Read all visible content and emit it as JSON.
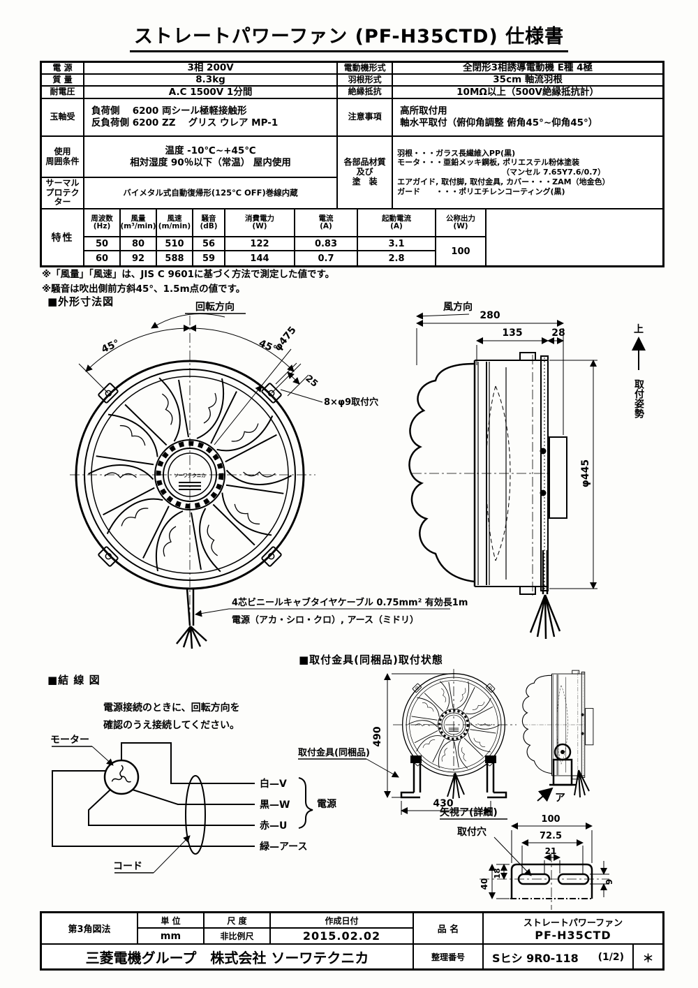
{
  "title": "ストレートパワーファン (PF-H35CTD) 仕様書",
  "spec": {
    "rows_left": [
      {
        "label": "電 源",
        "value": "3相 200V"
      },
      {
        "label": "質 量",
        "value": "8.3kg"
      },
      {
        "label": "耐電圧",
        "value": "A.C 1500V 1分間"
      },
      {
        "label": "玉軸受",
        "line1": "負荷側　 6200 両シール極軽接触形",
        "line2": "反負荷側 6200 ZZ　 グリス ウレア MP-1"
      },
      {
        "label1": "使用",
        "label2": "周囲条件",
        "line1": "温度 -10℃~+45℃",
        "line2": "相対湿度 90％以下（常温） 屋内使用"
      },
      {
        "label1": "サーマル",
        "label2": "プロテクター",
        "value": "バイメタル式自動復帰形(125℃ OFF)巻線内蔵"
      }
    ],
    "rows_right": [
      {
        "label": "電動機形式",
        "value": "全閉形3相誘導電動機 E種 4極"
      },
      {
        "label": "羽根形式",
        "value": "35cm 軸流羽根"
      },
      {
        "label": "絶縁抵抗",
        "value": "10MΩ以上（500V絶縁抵抗計）"
      },
      {
        "label": "注意事項",
        "line1": "高所取付用",
        "line2": "軸水平取付（俯仰角調整 俯角45°~仰角45°）"
      },
      {
        "label1": "各部品材質",
        "label2": "及び",
        "label3": "塗　装",
        "line1": "羽根・・・ガラス長繊維入PP(黒)",
        "line2": "モータ・・・亜鉛メッキ鋼板, ポリエステル粉体塗装",
        "line3": "（マンセル 7.65Y7.6/0.7）",
        "line4": "エアガイド, 取付脚, 取付金具, カバー・・・ZAM（地金色）",
        "line5": "ガード　　・・・ポリエチレンコーティング(黒)"
      }
    ]
  },
  "characteristics": {
    "row_label": "特性",
    "headers": [
      {
        "name": "周波数",
        "unit": "(Hz)"
      },
      {
        "name": "風量",
        "unit": "(m³/min)"
      },
      {
        "name": "風速",
        "unit": "(m/min)"
      },
      {
        "name": "騒音",
        "unit": "(dB)"
      },
      {
        "name": "消費電力",
        "unit": "(W)"
      },
      {
        "name": "電流",
        "unit": "(A)"
      },
      {
        "name": "起動電流",
        "unit": "(A)"
      },
      {
        "name": "公称出力",
        "unit": "(W)"
      }
    ],
    "row50": [
      "50",
      "80",
      "510",
      "56",
      "122",
      "0.83",
      "3.1"
    ],
    "row60": [
      "60",
      "92",
      "588",
      "59",
      "144",
      "0.7",
      "2.8"
    ],
    "nominal_output": "100"
  },
  "notes": [
    "※「風量」「風速」は、JIS C 9601に基づく方法で測定した値です。",
    "※騒音は吹出側前方斜45°、1.5m点の値です。"
  ],
  "outline": {
    "heading": "■外形寸法図",
    "rotation_label": "回転方向",
    "angle_left": "45°",
    "angle_right": "45°",
    "flange_dia": "φ475",
    "tab_dim": "25",
    "holes_label": "8×φ9取付穴",
    "hub_text": "ソーワテクニカ",
    "wind_label": "風方向",
    "dim_280": "280",
    "dim_135": "135",
    "dim_28": "28",
    "dia_445": "φ445",
    "up_label": "上",
    "posture_label": "取付姿勢",
    "cable_line1": "4芯ビニールキャブタイヤケーブル 0.75mm² 有効長1m",
    "cable_line2": "電源（アカ・シロ・クロ）, アース（ミドリ）"
  },
  "wiring": {
    "heading": "■結 線 図",
    "note1": "電源接続のときに、回転方向を",
    "note2": "確認のうえ接続してください。",
    "motor_label": "モーター",
    "cord_label": "コード",
    "wire_white": "白—V",
    "wire_black": "黒—W",
    "wire_red": "赤—U",
    "wire_green": "緑—アース",
    "power_label": "電源"
  },
  "bracket": {
    "heading": "■取付金具(同梱品)取付状態",
    "dim_height": "490",
    "dim_width": "430",
    "bracket_label": "取付金具(同梱品)",
    "view_label": "ア"
  },
  "detail": {
    "title": "矢視ア(詳細)",
    "hole_label": "取付穴",
    "dim_100": "100",
    "dim_72_5": "72.5",
    "dim_21": "21",
    "dim_40": "40",
    "dim_18": "18",
    "dim_9": "9"
  },
  "title_block": {
    "projection": "第3角図法",
    "unit_label": "単 位",
    "unit_value": "mm",
    "scale_label": "尺 度",
    "scale_value": "非比例尺",
    "date_label": "作成日付",
    "date_value": "2015.02.02",
    "name_label": "品 名",
    "product_line1": "ストレートパワーファン",
    "product_line2": "PF-H35CTD",
    "company": "三菱電機グループ　株式会社 ソーワテクニカ",
    "docno_label": "整理番号",
    "docno_value": "Sヒシ 9R0-118",
    "page": "(1/2)",
    "mark": "＊"
  }
}
